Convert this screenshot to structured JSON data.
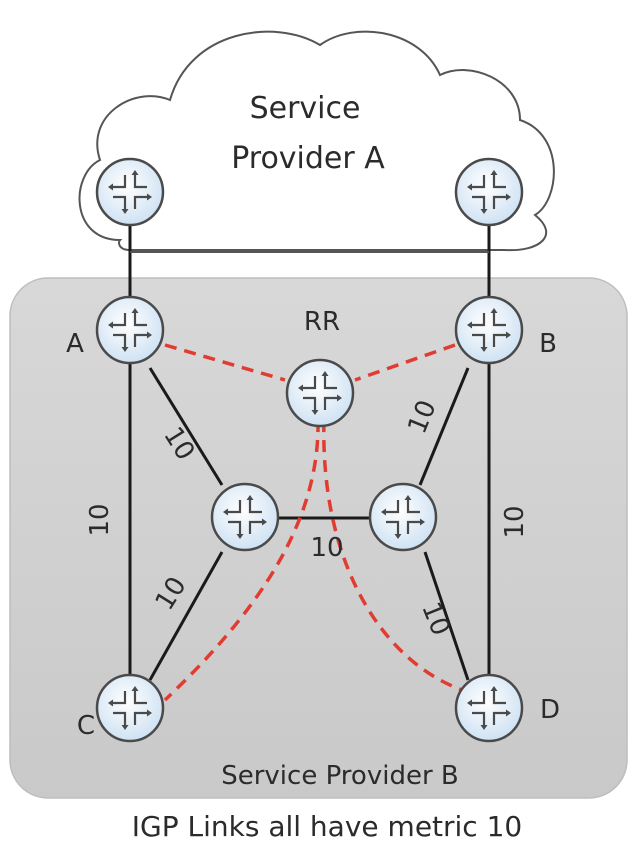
{
  "cloud": {
    "title_line1": "Service",
    "title_line2": "Provider A"
  },
  "region": {
    "title": "Service Provider B"
  },
  "routers": {
    "a": {
      "label": "A"
    },
    "b": {
      "label": "B"
    },
    "rr": {
      "label": "RR"
    },
    "c": {
      "label": "C"
    },
    "d": {
      "label": "D"
    }
  },
  "metrics": {
    "a_c": "10",
    "a_mid_left": "10",
    "mid_left_mid_right": "10",
    "b_mid_right": "10",
    "b_d": "10",
    "mid_left_c": "10",
    "mid_right_d": "10"
  },
  "caption": "IGP Links all have metric 10",
  "colors": {
    "ibgp_session": "#e03c31",
    "igp_link": "#1a1a1a",
    "region_fill": "#d3d3d3",
    "router_fill": "#e8f2fb"
  }
}
